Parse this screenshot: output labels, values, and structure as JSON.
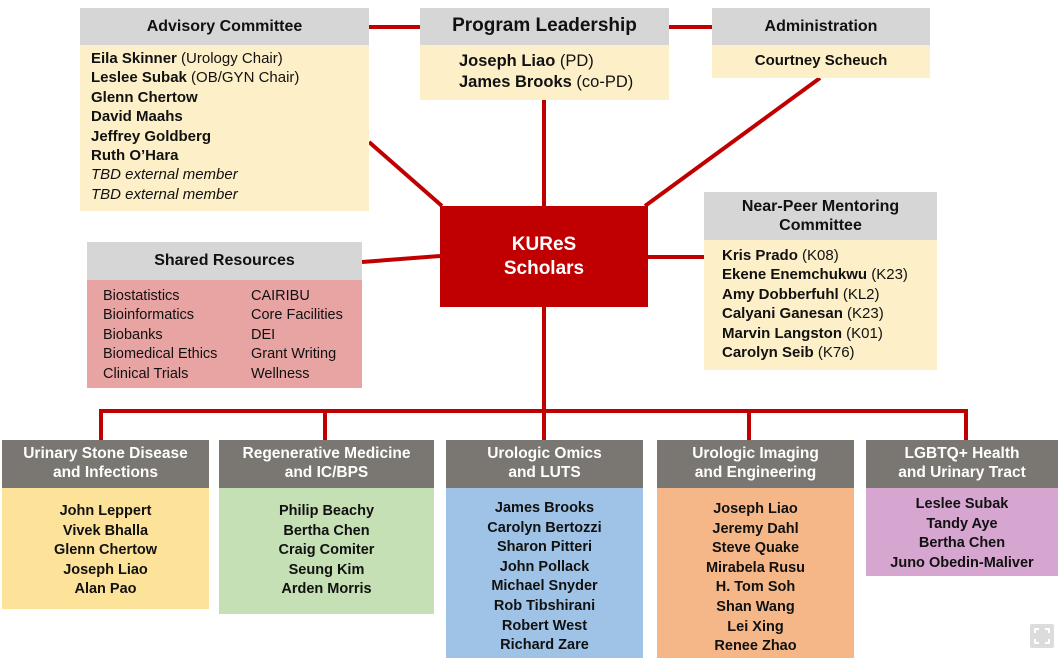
{
  "program_leadership": {
    "title": "Program Leadership",
    "members": [
      {
        "name": "Joseph Liao",
        "role": " (PD)"
      },
      {
        "name": "James Brooks",
        "role": " (co-PD)"
      }
    ]
  },
  "advisory_committee": {
    "title": "Advisory Committee",
    "members": [
      {
        "name": "Eila Skinner",
        "role": " (Urology Chair)"
      },
      {
        "name": "Leslee Subak",
        "role": " (OB/GYN Chair)"
      },
      {
        "name": "Glenn Chertow",
        "role": ""
      },
      {
        "name": "David Maahs",
        "role": ""
      },
      {
        "name": "Jeffrey Goldberg",
        "role": ""
      },
      {
        "name": "Ruth O’Hara",
        "role": ""
      }
    ],
    "tbd": [
      "TBD external member",
      "TBD external member"
    ]
  },
  "administration": {
    "title": "Administration",
    "members": [
      "Courtney Scheuch"
    ]
  },
  "center": {
    "line1": "KUReS",
    "line2": "Scholars"
  },
  "shared_resources": {
    "title": "Shared Resources",
    "col1": [
      "Biostatistics",
      "Bioinformatics",
      "Biobanks",
      "Biomedical Ethics",
      "Clinical Trials"
    ],
    "col2": [
      "CAIRIBU",
      "Core Facilities",
      "DEI",
      "Grant Writing",
      "Wellness"
    ]
  },
  "near_peer": {
    "title_line1": "Near-Peer Mentoring",
    "title_line2": "Committee",
    "members": [
      {
        "name": "Kris Prado",
        "role": " (K08)"
      },
      {
        "name": "Ekene Enemchukwu",
        "role": " (K23)"
      },
      {
        "name": "Amy Dobberfuhl",
        "role": " (KL2)"
      },
      {
        "name": "Calyani Ganesan",
        "role": " (K23)"
      },
      {
        "name": "Marvin Langston",
        "role": " (K01)"
      },
      {
        "name": "Carolyn Seib",
        "role": " (K76)"
      }
    ]
  },
  "tracks": [
    {
      "title_line1": "Urinary Stone Disease",
      "title_line2": "and Infections",
      "members": [
        "John Leppert",
        "Vivek Bhalla",
        "Glenn Chertow",
        "Joseph Liao",
        "Alan Pao"
      ]
    },
    {
      "title_line1": "Regenerative Medicine",
      "title_line2": "and IC/BPS",
      "members": [
        "Philip Beachy",
        "Bertha Chen",
        "Craig Comiter",
        "Seung Kim",
        "Arden Morris"
      ]
    },
    {
      "title_line1": "Urologic Omics",
      "title_line2": "and LUTS",
      "members": [
        "James Brooks",
        "Carolyn Bertozzi",
        "Sharon Pitteri",
        "John Pollack",
        "Michael Snyder",
        "Rob Tibshirani",
        "Robert West",
        "Richard Zare"
      ]
    },
    {
      "title_line1": "Urologic Imaging",
      "title_line2": "and Engineering",
      "members": [
        "Joseph Liao",
        "Jeremy Dahl",
        "Steve Quake",
        "Mirabela Rusu",
        "H. Tom Soh",
        "Shan Wang",
        "Lei Xing",
        "Renee Zhao"
      ]
    },
    {
      "title_line1": "LGBTQ+ Health",
      "title_line2": "and Urinary Tract",
      "members": [
        "Leslee Subak",
        "Tandy Aye",
        "Bertha Chen",
        "Juno Obedin-Maliver"
      ]
    }
  ],
  "colors": {
    "connector": "#c00000",
    "center_fill": "#c00000",
    "header_light": "#d6d6d6",
    "header_dark": "#7a7672",
    "cream": "#fdf0c8",
    "pink": "#e8a3a3",
    "yellow": "#fde39a",
    "green": "#c5e0b4",
    "blue": "#9ec3e6",
    "orange": "#f6b788",
    "purple": "#d6a5d0"
  },
  "icons": {
    "expand": "expand-icon"
  }
}
